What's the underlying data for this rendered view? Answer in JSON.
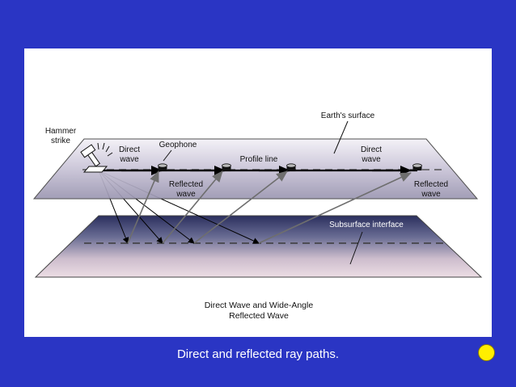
{
  "diagram": {
    "labels": {
      "hammer_line1": "Hammer",
      "hammer_line2": "strike",
      "direct_wave_left_1": "Direct",
      "direct_wave_left_2": "wave",
      "geophone": "Geophone",
      "profile_line": "Profile line",
      "earths_surface": "Earth's surface",
      "direct_wave_right_1": "Direct",
      "direct_wave_right_2": "wave",
      "reflected_wave_left_1": "Reflected",
      "reflected_wave_left_2": "wave",
      "reflected_wave_right_1": "Reflected",
      "reflected_wave_right_2": "wave",
      "subsurface_interface": "Subsurface interface",
      "caption_line1": "Direct Wave and Wide-Angle",
      "caption_line2": "Reflected Wave"
    },
    "colors": {
      "slide_background": "#2a35c4",
      "panel": "#ffffff",
      "surface_plane": "#c9c4d6",
      "subsurface_top": "#2b2f5e",
      "subsurface_bottom": "#e8d8e0",
      "reflected_ray": "#7a7a7a",
      "direct_ray": "#000000"
    }
  },
  "slide": {
    "caption": "Direct and reflected ray paths.",
    "indicator_icon": "yellow-circle-icon"
  }
}
